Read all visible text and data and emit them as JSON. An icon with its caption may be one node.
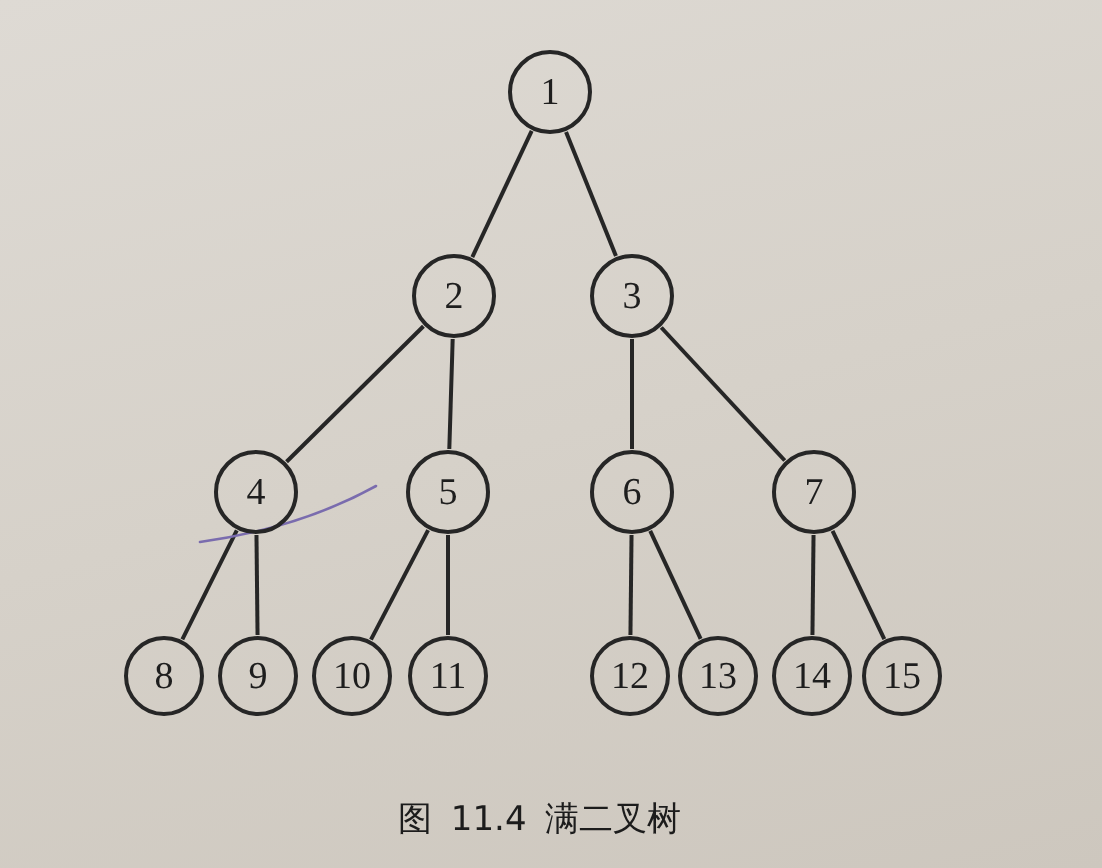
{
  "diagram": {
    "caption": "图 11.4 满二叉树",
    "nodes": [
      {
        "text": [
          "1"
        ]
      },
      {
        "text": [
          "2"
        ]
      },
      {
        "text": [
          "3"
        ]
      },
      {
        "text": [
          "4"
        ]
      },
      {
        "text": [
          "5"
        ]
      },
      {
        "text": [
          "6"
        ]
      },
      {
        "text": [
          "7"
        ]
      },
      {
        "text": [
          "8"
        ]
      },
      {
        "text": [
          "9"
        ]
      },
      {
        "text": [
          "10"
        ]
      },
      {
        "text": [
          "11"
        ]
      },
      {
        "text": [
          "12"
        ]
      },
      {
        "text": [
          "13"
        ]
      },
      {
        "text": [
          "14"
        ]
      },
      {
        "text": [
          "15"
        ]
      }
    ],
    "edges": [
      {
        "from": 0,
        "to": 1,
        "arrow": "none"
      },
      {
        "from": 0,
        "to": 2,
        "arrow": "none"
      },
      {
        "from": 1,
        "to": 3,
        "arrow": "none"
      },
      {
        "from": 1,
        "to": 4,
        "arrow": "none"
      },
      {
        "from": 2,
        "to": 5,
        "arrow": "none"
      },
      {
        "from": 2,
        "to": 6,
        "arrow": "none"
      },
      {
        "from": 3,
        "to": 7,
        "arrow": "none"
      },
      {
        "from": 3,
        "to": 8,
        "arrow": "none"
      },
      {
        "from": 4,
        "to": 9,
        "arrow": "none"
      },
      {
        "from": 4,
        "to": 10,
        "arrow": "none"
      },
      {
        "from": 5,
        "to": 11,
        "arrow": "none"
      },
      {
        "from": 5,
        "to": 12,
        "arrow": "none"
      },
      {
        "from": 6,
        "to": 13,
        "arrow": "none"
      },
      {
        "from": 6,
        "to": 14,
        "arrow": "none"
      }
    ]
  }
}
